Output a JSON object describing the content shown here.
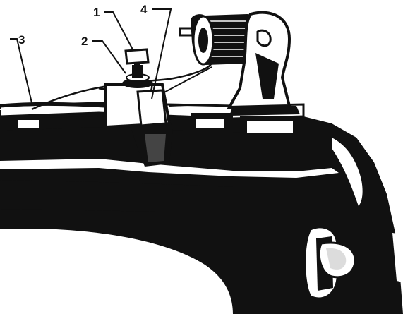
{
  "figure": {
    "callouts": [
      {
        "id": "1",
        "text": "1"
      },
      {
        "id": "2",
        "text": "2"
      },
      {
        "id": "3",
        "text": "3"
      },
      {
        "id": "4",
        "text": "4"
      }
    ],
    "colors": {
      "ink": "#111111",
      "paper": "#ffffff",
      "shade": "#444444"
    }
  }
}
